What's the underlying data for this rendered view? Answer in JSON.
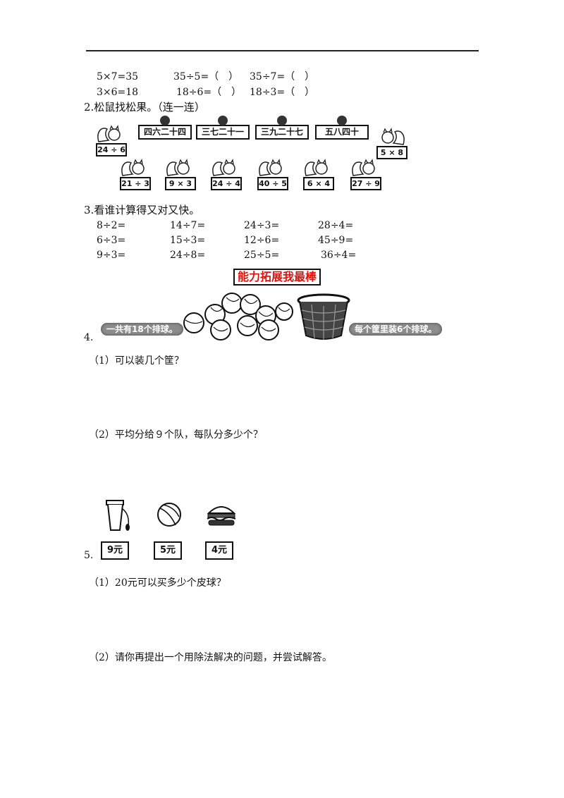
{
  "rows1": [
    [
      "5×7=35",
      "35÷5=（　）",
      "35÷7=（　）"
    ],
    [
      "3×6=18",
      "18÷6=（　）",
      "18÷3=（　）"
    ]
  ],
  "q2": {
    "title": "2.松鼠找松果。（连一连）",
    "fruits": [
      "四六二十四",
      "三七二十一",
      "三九二十七",
      "五八四十"
    ],
    "top_squirrels": [
      "24 ÷ 6",
      "5 × 8"
    ],
    "bottom_squirrels": [
      "21 ÷ 3",
      "9 × 3",
      "24 ÷ 4",
      "40 ÷ 5",
      "6 × 4",
      "27 ÷ 9"
    ]
  },
  "q3": {
    "title": "3.看谁计算得又对又快。",
    "rows": [
      [
        "8÷2=",
        "14÷7=",
        "24÷3=",
        "28÷4="
      ],
      [
        "6÷3=",
        "15÷3=",
        "12÷6=",
        "45÷9="
      ],
      [
        "9÷3=",
        "24÷8=",
        "25÷5=",
        "36÷4="
      ]
    ]
  },
  "banner": "能力拓展我最棒",
  "q4": {
    "num": "4.",
    "pill_left": "一共有18个排球。",
    "pill_right": "每个筐里装6个排球。",
    "sub1": "（1）可以装几个筐？",
    "sub2": "（2）平均分给９个队，每队分多少个？"
  },
  "q5": {
    "num": "5.",
    "prices": [
      "9元",
      "5元",
      "4元"
    ],
    "item_icons": [
      "cup-icon",
      "ball-icon",
      "burger-icon"
    ],
    "sub1": "（1）20元可以买多少个皮球？",
    "sub2": "（2）请你再提出一个用除法解决的问题，并尝试解答。"
  },
  "colors": {
    "banner_text": "#e0140f",
    "pill_bg": "#8c8c8c"
  }
}
